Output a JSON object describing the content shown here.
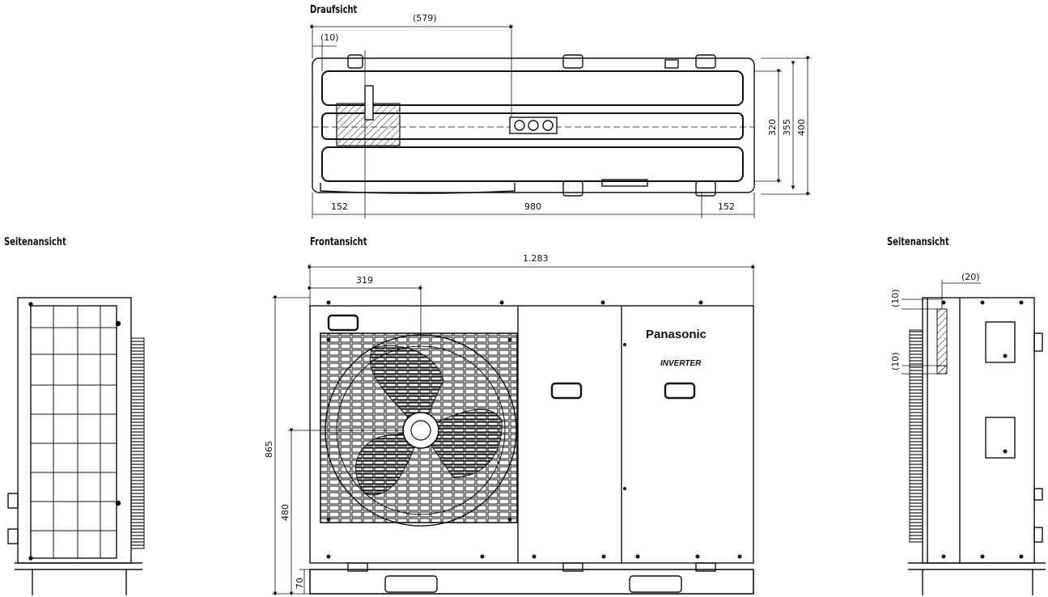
{
  "views": {
    "top": {
      "title": "Draufsicht"
    },
    "side_left": {
      "title": "Seitenansicht"
    },
    "front": {
      "title": "Frontansicht"
    },
    "side_right": {
      "title": "Seitenansicht"
    }
  },
  "dimensions": {
    "top_clear_10": "(10)",
    "top_579": "(579)",
    "top_left_152": "152",
    "top_mid_980": "980",
    "top_right_152": "152",
    "top_depth_320": "320",
    "top_depth_355": "355",
    "top_depth_400": "400",
    "front_width_1283": "1.283",
    "front_319": "319",
    "front_height_865": "865",
    "front_480": "480",
    "front_70": "70",
    "side_20": "(20)",
    "side_10_top": "(10)",
    "side_10_mid": "(10)"
  },
  "brand": {
    "name": "Panasonic",
    "sub": "INVERTER"
  },
  "colors": {
    "line": "#111111",
    "background": "#ffffff"
  }
}
